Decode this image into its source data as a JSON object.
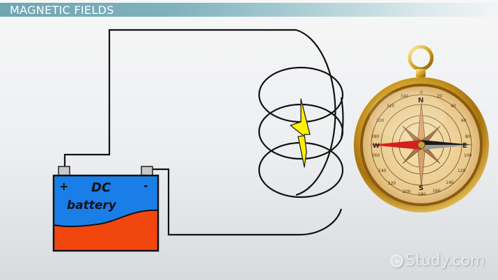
{
  "header": {
    "title": "MAGNETIC FIELDS",
    "bar_gradient": [
      "#6fa6b2",
      "#f1f5f6"
    ]
  },
  "diagram": {
    "battery": {
      "label_line1": "DC",
      "label_line2": "battery",
      "positive_symbol": "+",
      "negative_symbol": "-",
      "top_color": "#1a7ee8",
      "bottom_color": "#f2460f"
    },
    "coil": {
      "loops": 3,
      "wire_color": "#111111"
    },
    "current_symbol": {
      "icon": "lightning-bolt-icon",
      "color": "#ffef00"
    },
    "compass": {
      "cardinals": [
        "N",
        "E",
        "S",
        "W"
      ],
      "degree_labels": [
        "0",
        "20",
        "40",
        "60",
        "80",
        "100",
        "120",
        "140",
        "160",
        "180",
        "200",
        "220",
        "240",
        "260",
        "280",
        "300",
        "320",
        "340"
      ],
      "needle_colors": {
        "north": "#d42020",
        "south": "#1a1a1a"
      }
    }
  },
  "watermark": {
    "text": "Study.com",
    "icon": "play-circle-icon"
  }
}
